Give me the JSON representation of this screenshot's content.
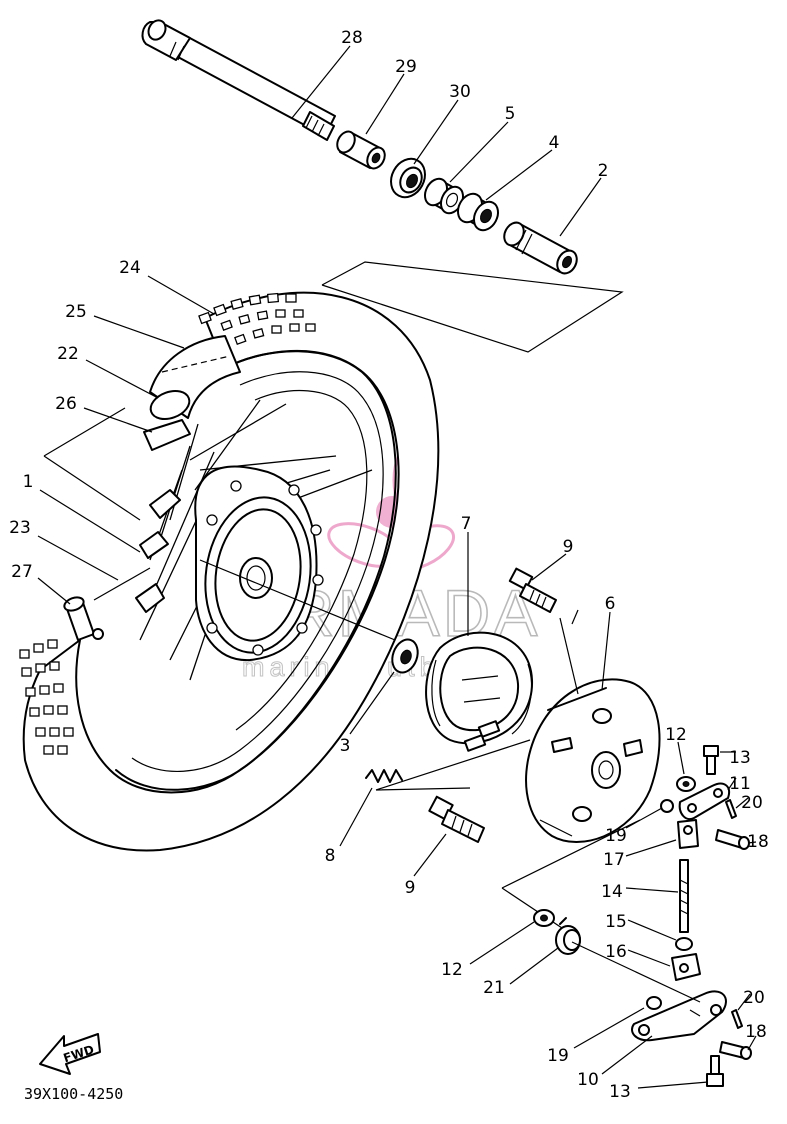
{
  "diagram": {
    "part_code": "39X100-4250",
    "fwd_label": "FWD",
    "watermark": {
      "name": "ARMADA",
      "tagline": "marine outboards",
      "logo_color": "#e88bbb"
    },
    "callouts": [
      "28",
      "29",
      "30",
      "5",
      "4",
      "2",
      "24",
      "25",
      "22",
      "26",
      "1",
      "23",
      "27",
      "7",
      "9",
      "6",
      "3",
      "12",
      "13",
      "11",
      "20",
      "19",
      "18",
      "17",
      "8",
      "9",
      "14",
      "15",
      "16",
      "12",
      "21",
      "20",
      "19",
      "18",
      "10",
      "13"
    ]
  }
}
